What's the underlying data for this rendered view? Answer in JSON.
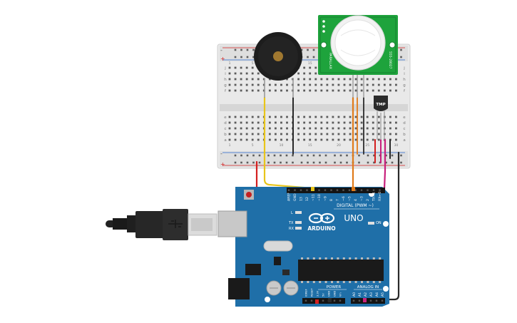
{
  "arduino": {
    "brand": "ARDUINO",
    "model": "UNO",
    "digital_label": "DIGITAL (PWM ~)",
    "analog_label": "ANALOG IN",
    "power_label": "POWER",
    "on_label": "ON",
    "l_label": "L",
    "tx_label": "TX",
    "rx_label": "RX",
    "digital_pins": [
      "AREF",
      "GND",
      "13",
      "12",
      "~11",
      "~10",
      "~9",
      "8",
      "7",
      "~6",
      "~5",
      "4",
      "~3",
      "2",
      "TX→1",
      "RX←0"
    ],
    "power_pins": [
      "IOREF",
      "RESET",
      "3.3V",
      "5V",
      "GND",
      "GND",
      "Vin"
    ],
    "analog_pins": [
      "A0",
      "A1",
      "A2",
      "A3",
      "A4",
      "A5"
    ]
  },
  "breadboard": {
    "row_letters_top": [
      "j",
      "i",
      "h",
      "g",
      "f"
    ],
    "row_letters_bottom": [
      "e",
      "d",
      "c",
      "b",
      "a"
    ],
    "column_numbers": [
      "1",
      "5",
      "10",
      "15",
      "20",
      "25",
      "30"
    ],
    "rail_plus": "+",
    "rail_minus": "-"
  },
  "sensor": {
    "label": "TMP"
  },
  "pir": {
    "side_text_left": "PARALLAX",
    "side_text_right": "555-28027"
  },
  "colors": {
    "wire_yellow": "#e8c51a",
    "wire_orange": "#e07b1a",
    "wire_red": "#d42020",
    "wire_black": "#2a2a2a",
    "wire_magenta": "#c8207c",
    "board_blue": "#1f6fa8",
    "pcb_green": "#1ea33c"
  }
}
